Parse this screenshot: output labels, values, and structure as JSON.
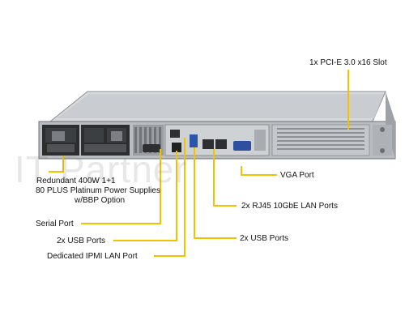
{
  "callouts": {
    "pcie": "1x PCI-E 3.0 x16 Slot",
    "psu_line1": "Redundant  400W 1+1",
    "psu_line2": "80 PLUS Platinum  Power Supplies",
    "psu_line3": "w/BBP Option",
    "vga": "VGA Port",
    "rj45": "2x RJ45 10GbE LAN Ports",
    "serial": "Serial Port",
    "usb_left": "2x USB Ports",
    "usb_right": "2x USB Ports",
    "ipmi": "Dedicated IPMI  LAN Port"
  },
  "watermark": "IT Partner",
  "colors": {
    "leader_line": "#f2c200",
    "chassis": "#bfc3c7",
    "chassis_dark": "#2a2c2e"
  }
}
